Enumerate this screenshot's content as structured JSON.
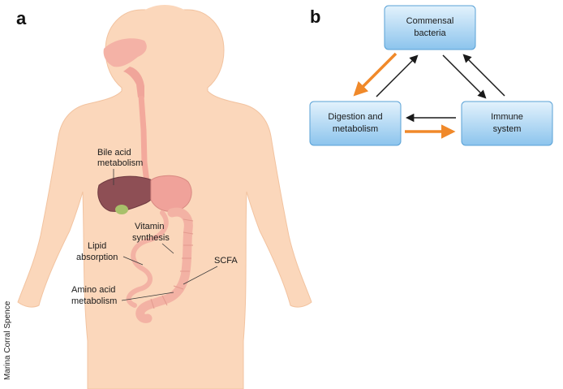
{
  "panel_a": {
    "letter": "a",
    "labels": {
      "bile_acid": [
        "Bile acid",
        "metabolism"
      ],
      "vitamin": [
        "Vitamin",
        "synthesis"
      ],
      "lipid": [
        "Lipid",
        "absorption"
      ],
      "scfa": "SCFA",
      "amino_acid": [
        "Amino acid",
        "metabolism"
      ]
    },
    "credit": "Marina Corral Spence"
  },
  "panel_b": {
    "letter": "b",
    "nodes": {
      "commensal_bacteria": [
        "Commensal",
        "bacteria"
      ],
      "digestion_metabolism": [
        "Digestion and",
        "metabolism"
      ],
      "immune_system": [
        "Immune",
        "system"
      ]
    },
    "colors": {
      "box_fill_top": "#dff0fb",
      "box_fill_bottom": "#8fc6ee",
      "box_stroke": "#5aa2d6",
      "orange_arrow": "#f0892a",
      "black_arrow": "#1a1a1a"
    }
  }
}
